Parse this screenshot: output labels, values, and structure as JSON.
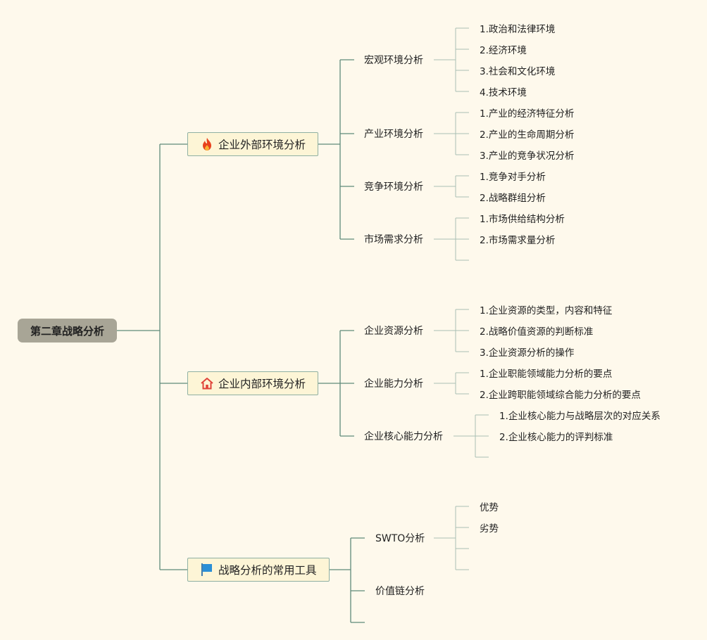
{
  "title": "第二章战略分析",
  "branches": [
    {
      "label": "企业外部环境分析",
      "icon": "fire-icon",
      "children": [
        {
          "label": "宏观环境分析",
          "items": [
            "1.政治和法律环境",
            "2.经济环境",
            "3.社会和文化环境",
            "4.技术环境"
          ]
        },
        {
          "label": "产业环境分析",
          "items": [
            "1.产业的经济特征分析",
            "2.产业的生命周期分析",
            "3.产业的竞争状况分析"
          ]
        },
        {
          "label": "竞争环境分析",
          "items": [
            "1.竞争对手分析",
            "2.战略群组分析"
          ]
        },
        {
          "label": "市场需求分析",
          "items": [
            "1.市场供给结构分析",
            "2.市场需求量分析",
            ""
          ]
        }
      ]
    },
    {
      "label": "企业内部环境分析",
      "icon": "home-icon",
      "children": [
        {
          "label": "企业资源分析",
          "items": [
            "1.企业资源的类型，内容和特征",
            "2.战略价值资源的判断标准",
            "3.企业资源分析的操作"
          ]
        },
        {
          "label": "企业能力分析",
          "items": [
            "1.企业职能领域能力分析的要点",
            "2.企业跨职能领域综合能力分析的要点"
          ]
        },
        {
          "label": "企业核心能力分析",
          "items": [
            "1.企业核心能力与战略层次的对应关系",
            "2.企业核心能力的评判标准",
            ""
          ]
        }
      ]
    },
    {
      "label": "战略分析的常用工具",
      "icon": "flag-icon",
      "children": [
        {
          "label": "SWTO分析",
          "items": [
            "优势",
            "劣势",
            "",
            ""
          ]
        },
        {
          "label": "价值链分析",
          "items": []
        },
        {
          "label": "",
          "items": []
        }
      ]
    }
  ]
}
